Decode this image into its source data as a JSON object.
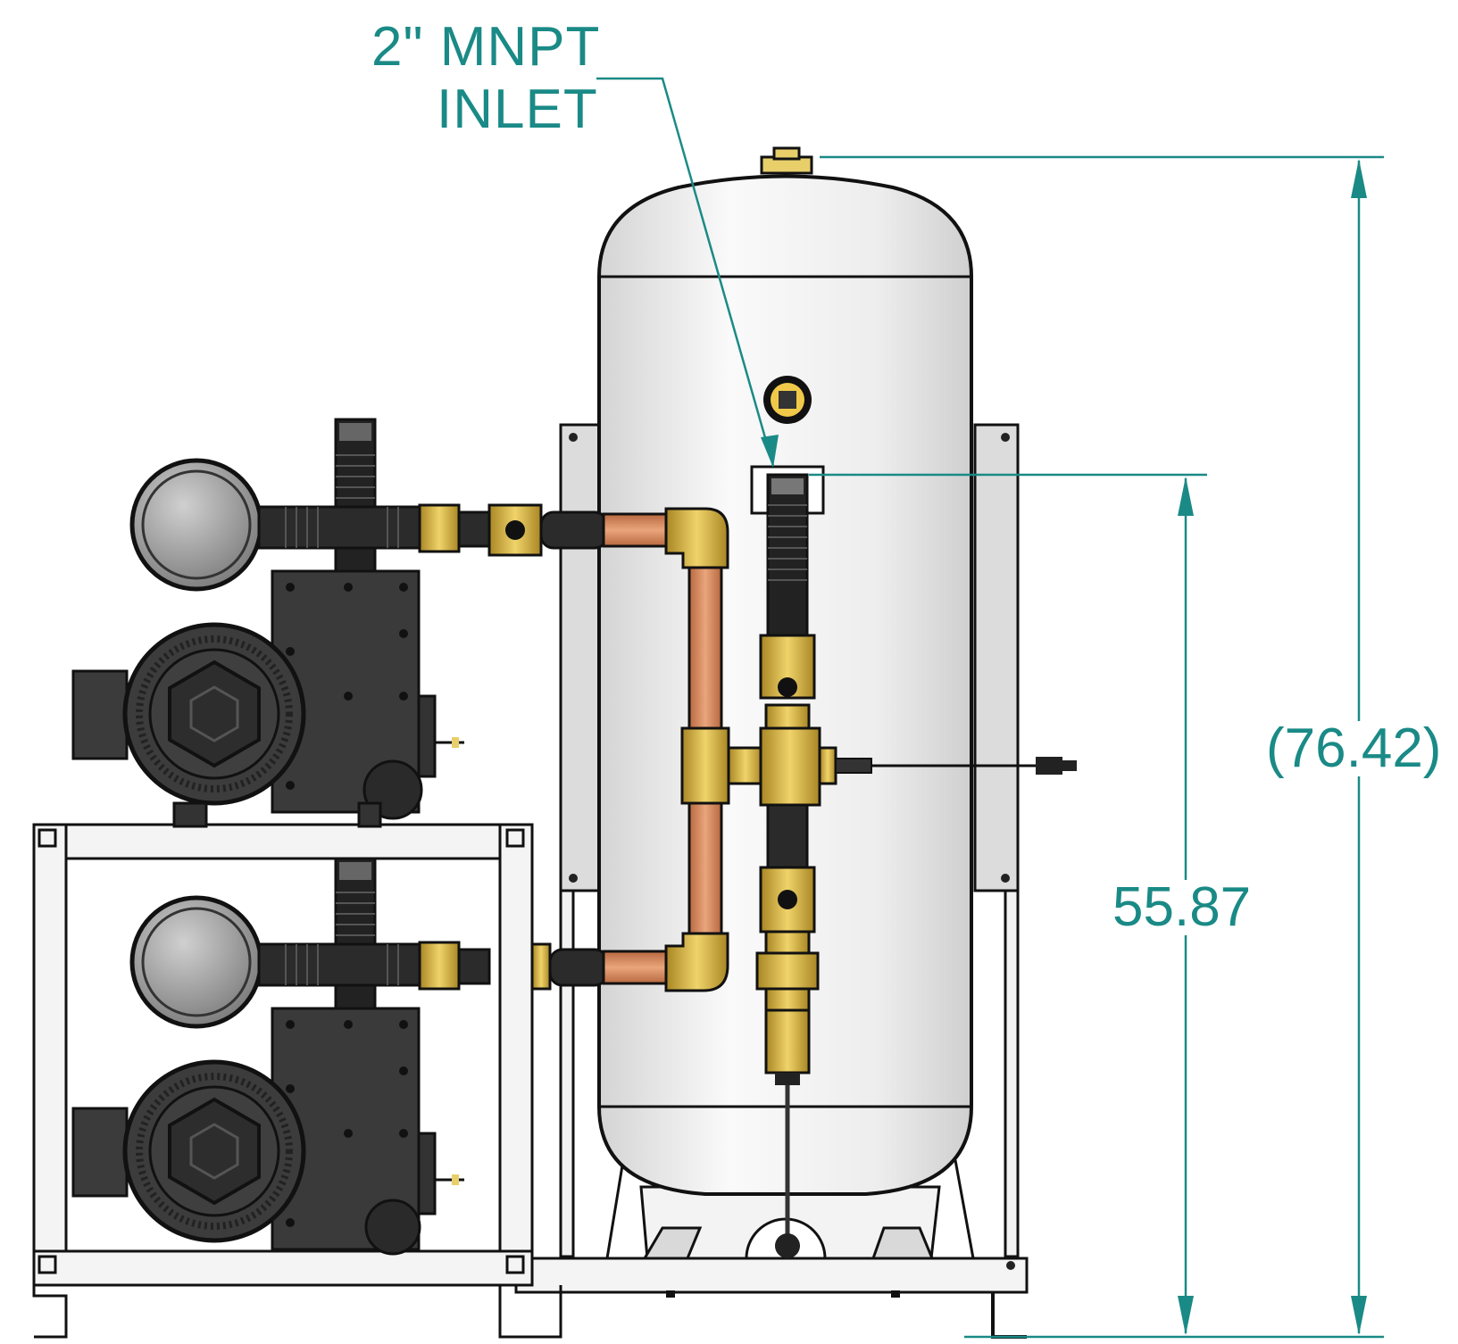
{
  "callout": {
    "line1": "2\" MNPT",
    "line2": "INLET"
  },
  "dimensions": {
    "overall_height": "(76.42)",
    "inlet_height": "55.87"
  },
  "colors": {
    "annotation": "#1a8a86",
    "outline": "#111111",
    "pump_body": "#3a3a3a",
    "tank": "#ececec",
    "copper": "#d98a5e",
    "brass": "#d8b24a"
  }
}
